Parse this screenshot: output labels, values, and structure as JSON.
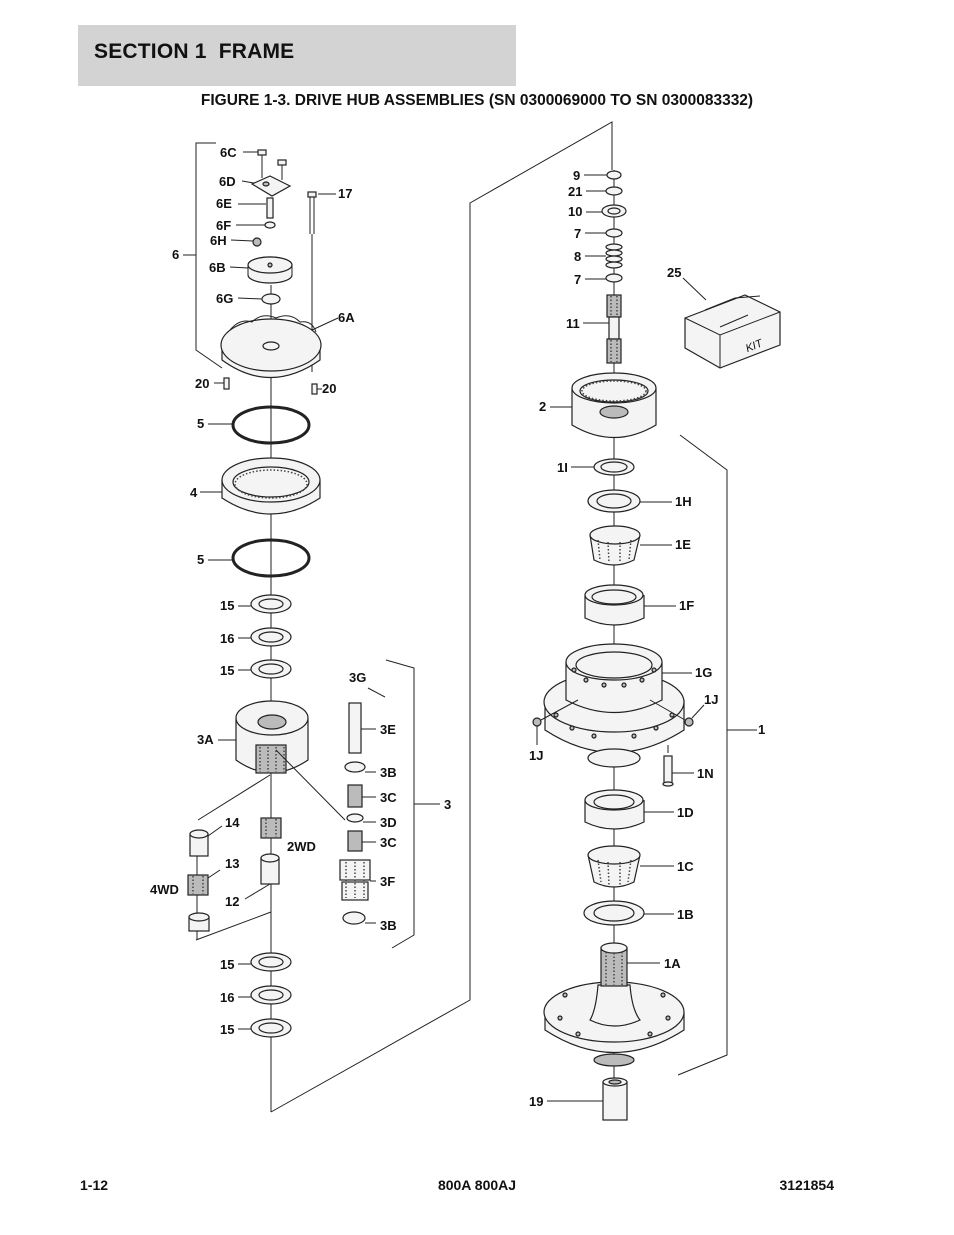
{
  "header": {
    "section_title": "SECTION 1  FRAME",
    "figure_title": "FIGURE 1-3. DRIVE HUB ASSEMBLIES (SN 0300069000 TO SN 0300083332)"
  },
  "footer": {
    "page_number": "1-12",
    "model": "800A 800AJ",
    "doc_number": "3121854"
  },
  "callouts": {
    "c6C": "6C",
    "c6D": "6D",
    "c6E": "6E",
    "c6F": "6F",
    "c6H": "6H",
    "c6": "6",
    "c6B": "6B",
    "c6G": "6G",
    "c6A": "6A",
    "c17": "17",
    "c20a": "20",
    "c20b": "20",
    "c5a": "5",
    "c4": "4",
    "c5b": "5",
    "c15a": "15",
    "c16a": "16",
    "c15b": "15",
    "c3G": "3G",
    "c3E": "3E",
    "c3A": "3A",
    "c3Ba": "3B",
    "c3Ca": "3C",
    "c3D": "3D",
    "c3Cb": "3C",
    "c3": "3",
    "c3F": "3F",
    "c3Bb": "3B",
    "c14": "14",
    "c2WD": "2WD",
    "c13": "13",
    "c4WD": "4WD",
    "c12": "12",
    "c15c": "15",
    "c16b": "16",
    "c15d": "15",
    "c9": "9",
    "c21": "21",
    "c10": "10",
    "c7a": "7",
    "c8": "8",
    "c7b": "7",
    "c25": "25",
    "c11": "11",
    "c2": "2",
    "c1I": "1I",
    "c1H": "1H",
    "c1E": "1E",
    "c1F": "1F",
    "c1G": "1G",
    "c1Ja": "1J",
    "c1Jb": "1J",
    "c1": "1",
    "c1N": "1N",
    "c1D": "1D",
    "c1C": "1C",
    "c1B": "1B",
    "c1A": "1A",
    "c19": "19"
  },
  "kit_label": "KIT"
}
